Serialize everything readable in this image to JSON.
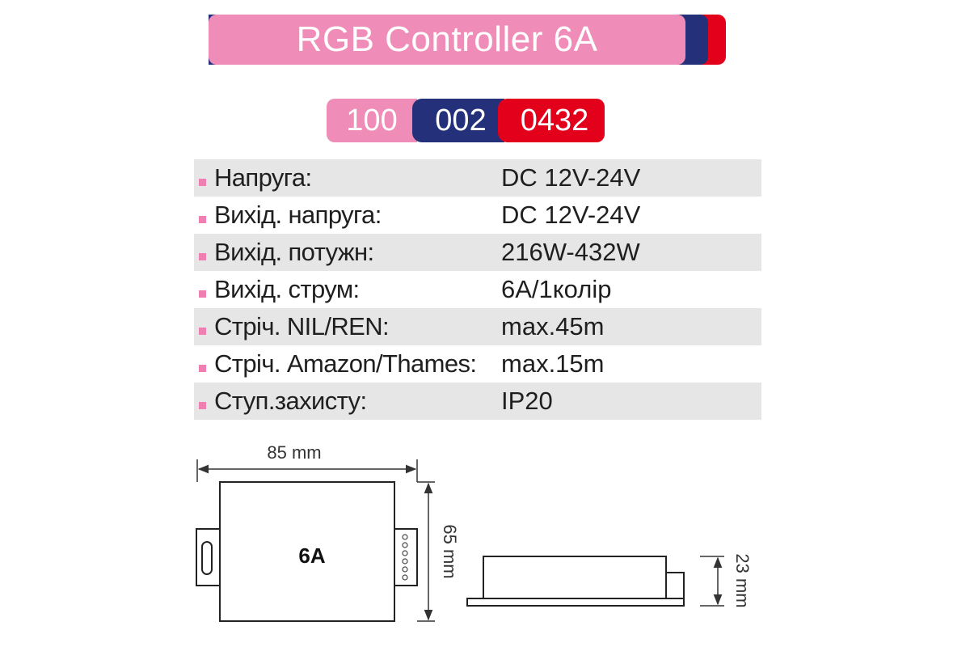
{
  "title": "RGB Controller 6A",
  "code": [
    "100",
    "002",
    "0432"
  ],
  "specs": [
    {
      "label": "Напруга:",
      "value": "DC 12V-24V"
    },
    {
      "label": "Вихід. напруга:",
      "value": "DC 12V-24V"
    },
    {
      "label": "Вихід. потужн:",
      "value": "216W-432W"
    },
    {
      "label": "Вихід. струм:",
      "value": "6A/1колір"
    },
    {
      "label": "Стріч. NIL/REN:",
      "value": "max.45m"
    },
    {
      "label": "Стріч. Amazon/Thames:",
      "value": "max.15m"
    },
    {
      "label": "Ступ.захисту:",
      "value": "IP20"
    }
  ],
  "drawing": {
    "width_label": "85 mm",
    "height_label": "65 mm",
    "depth_label": "23 mm",
    "model_label": "6A"
  },
  "colors": {
    "pink": "#f08cb8",
    "navy": "#24317a",
    "red": "#e2001a",
    "row_gray": "#e6e6e6",
    "bullet_pink": "#ee7fb0"
  }
}
